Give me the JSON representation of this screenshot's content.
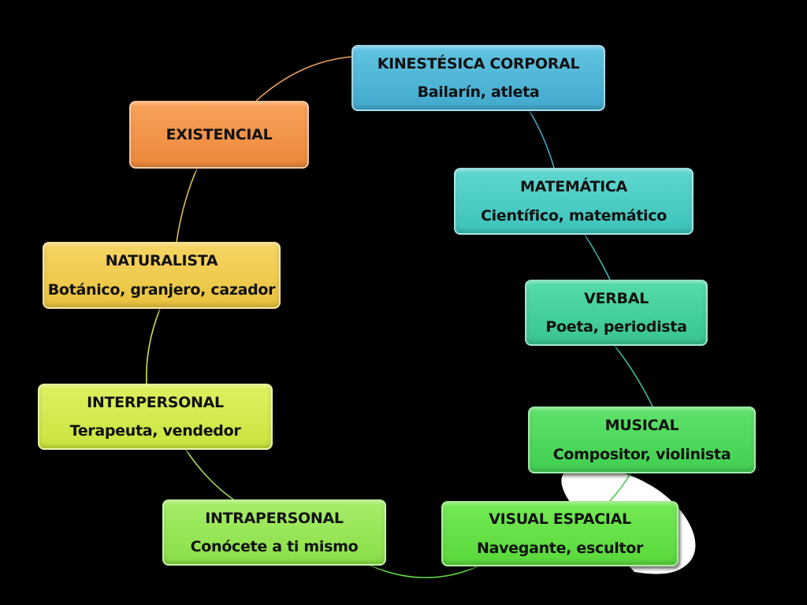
{
  "diagram": {
    "nodes": [
      {
        "title": "KINESTÉSICA CORPORAL",
        "subtitle": "Bailarín, atleta",
        "color": "#4bb3d6"
      },
      {
        "title": "MATEMÁTICA",
        "subtitle": "Científico, matemático",
        "color": "#46cbc3"
      },
      {
        "title": "VERBAL",
        "subtitle": "Poeta, periodista",
        "color": "#40cc9a"
      },
      {
        "title": "MUSICAL",
        "subtitle": "Compositor, violinista",
        "color": "#49d658"
      },
      {
        "title": "VISUAL ESPACIAL",
        "subtitle": "Navegante, escultor",
        "color": "#63df44"
      },
      {
        "title": "INTRAPERSONAL",
        "subtitle": "Conócete a ti mismo",
        "color": "#95e552"
      },
      {
        "title": "INTERPERSONAL",
        "subtitle": "Terapeuta, vendedor",
        "color": "#d3ea48"
      },
      {
        "title": "NATURALISTA",
        "subtitle": "Botánico, granjero, cazador",
        "color": "#eeca48"
      },
      {
        "title": "EXISTENCIAL",
        "subtitle": "",
        "color": "#f08f43"
      }
    ],
    "background_color": "#000000"
  }
}
